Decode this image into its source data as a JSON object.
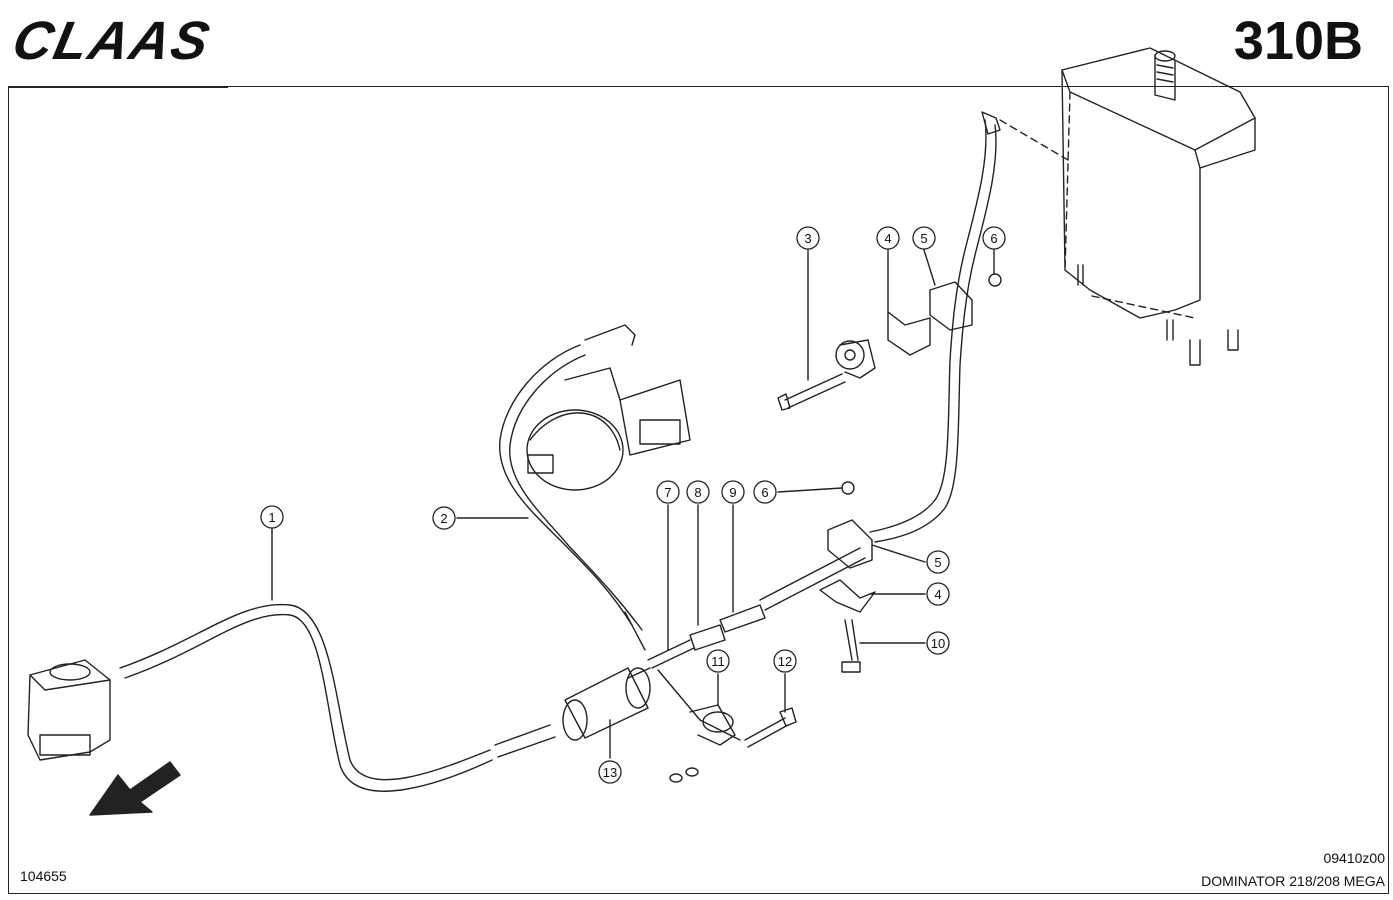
{
  "header": {
    "logo_text": "CLAAS",
    "page_code": "310B"
  },
  "footer": {
    "part_number": "104655",
    "drawing_ref": "09410z00",
    "model": "DOMINATOR 218/208 MEGA"
  },
  "callouts": [
    {
      "id": "c1",
      "label": "1"
    },
    {
      "id": "c2",
      "label": "2"
    },
    {
      "id": "c3",
      "label": "3"
    },
    {
      "id": "c4a",
      "label": "4"
    },
    {
      "id": "c5a",
      "label": "5"
    },
    {
      "id": "c6a",
      "label": "6"
    },
    {
      "id": "c7",
      "label": "7"
    },
    {
      "id": "c8",
      "label": "8"
    },
    {
      "id": "c9",
      "label": "9"
    },
    {
      "id": "c6b",
      "label": "6"
    },
    {
      "id": "c5b",
      "label": "5"
    },
    {
      "id": "c4b",
      "label": "4"
    },
    {
      "id": "c10",
      "label": "10"
    },
    {
      "id": "c11",
      "label": "11"
    },
    {
      "id": "c12",
      "label": "12"
    },
    {
      "id": "c13",
      "label": "13"
    }
  ],
  "colors": {
    "line": "#222222",
    "fill": "#ffffff"
  }
}
